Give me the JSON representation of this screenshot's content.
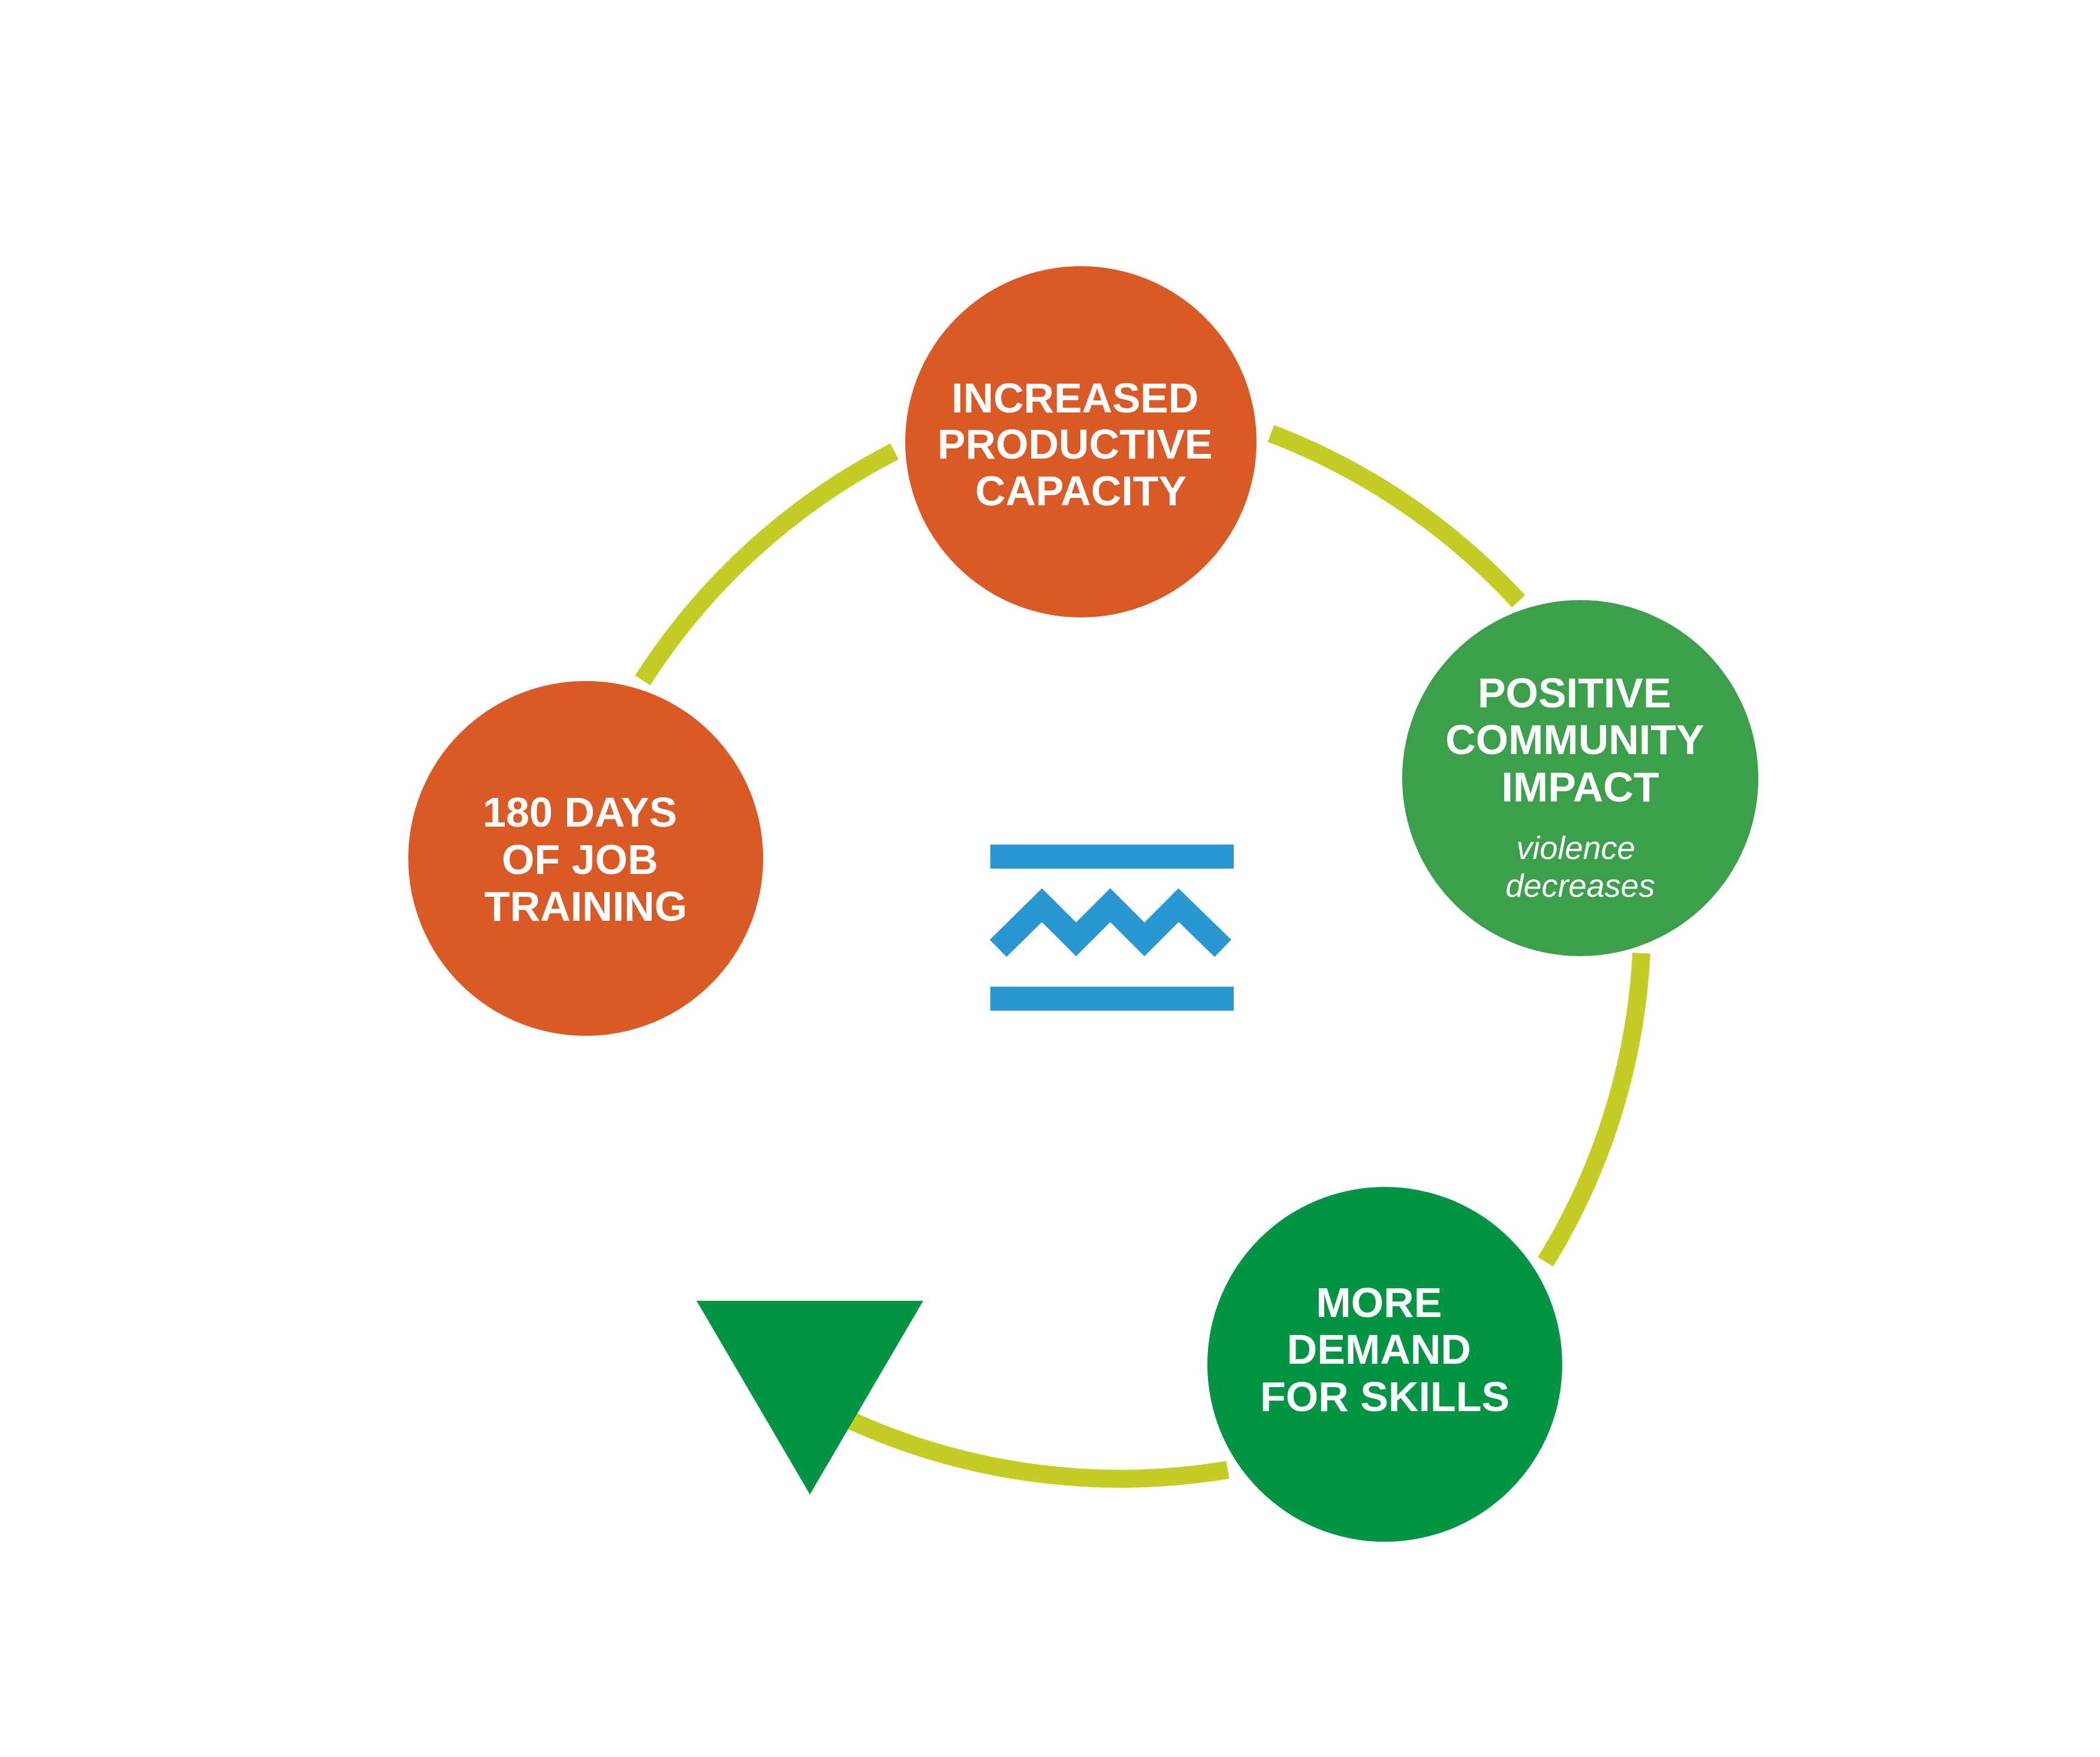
{
  "colors": {
    "background": "#ffffff",
    "connector": "#c3cd25",
    "orange": "#d95a26",
    "green_medium": "#3b9f4b",
    "green_dark": "#009444",
    "arrow": "#009444",
    "logo_blue": "#2b97d1"
  },
  "cycle": {
    "nodes": [
      {
        "id": "increased-productive-capacity",
        "color": "orange",
        "lines": [
          "INCREASED",
          "PRODUCTIVE",
          "CAPACITY"
        ]
      },
      {
        "id": "positive-community-impact",
        "color": "green_medium",
        "lines": [
          "POSITIVE",
          "COMMUNITY",
          "IMPACT"
        ],
        "sub_lines": [
          "violence",
          "decreases"
        ]
      },
      {
        "id": "more-demand-for-skills",
        "color": "green_dark",
        "lines": [
          "MORE",
          "DEMAND",
          "FOR SKILLS"
        ]
      },
      {
        "id": "180-days-of-job-training",
        "color": "orange",
        "lines": [
          "180 DAYS",
          "OF JOB",
          "TRAINING"
        ]
      }
    ],
    "center_icon": "water-wave-logo-icon",
    "arrow_icon": "down-triangle-arrow-icon"
  }
}
